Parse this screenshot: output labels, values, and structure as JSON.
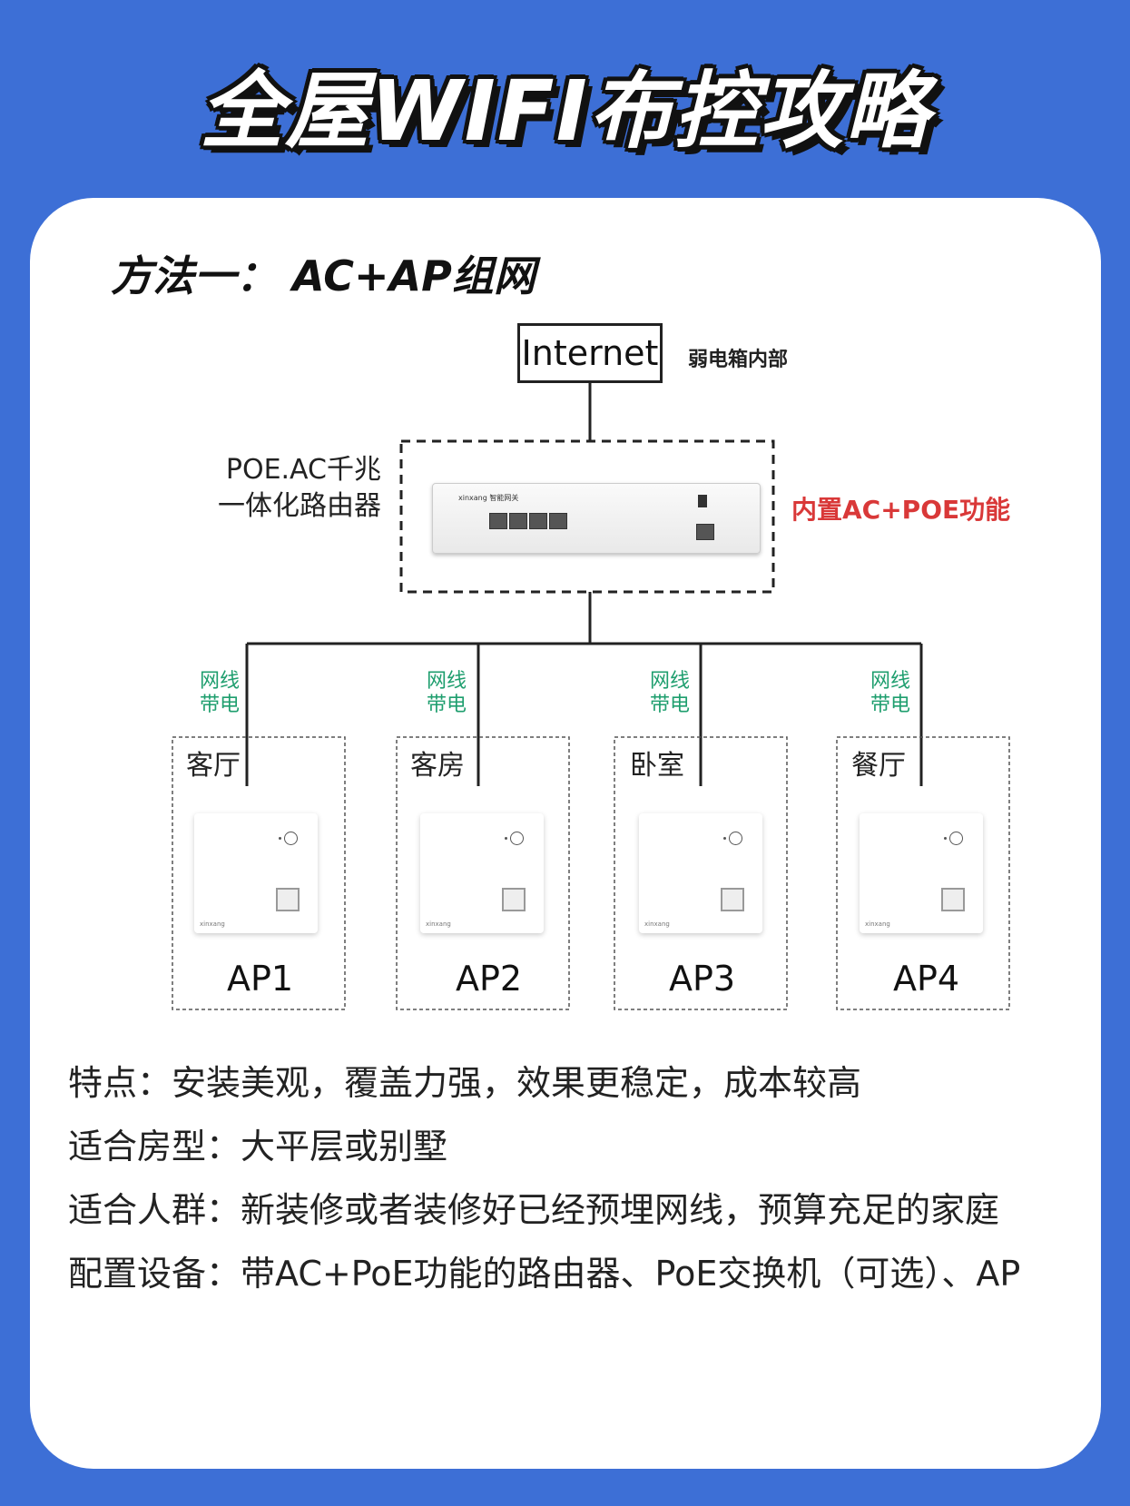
{
  "title": "全屋WIFI布控攻略",
  "method_title": "方法一： AC+AP组网",
  "diagram": {
    "internet_label": "Internet",
    "box_note": "弱电箱内部",
    "router_label_line1": "POE.AC千兆",
    "router_label_line2": "一体化路由器",
    "router_feature": "内置AC+POE功能",
    "device_brand": "xinxang 智能网关",
    "wire_tag_line1": "网线",
    "wire_tag_line2": "带电",
    "aps": [
      {
        "room": "客厅",
        "name": "AP1",
        "brand": "xinxang"
      },
      {
        "room": "客房",
        "name": "AP2",
        "brand": "xinxang"
      },
      {
        "room": "卧室",
        "name": "AP3",
        "brand": "xinxang"
      },
      {
        "room": "餐厅",
        "name": "AP4",
        "brand": "xinxang"
      }
    ]
  },
  "description": {
    "features": "特点：安装美观，覆盖力强，效果更稳定，成本较高",
    "suitable_house": "适合房型：大平层或别墅",
    "suitable_people": "适合人群：新装修或者装修好已经预埋网线，预算充足的家庭",
    "equipment": "配置设备：带AC+PoE功能的路由器、PoE交换机（可选）、AP"
  },
  "colors": {
    "background": "#3d6fd6",
    "card": "#ffffff",
    "feature_red": "#d93838",
    "wire_green": "#1e9e6e"
  }
}
